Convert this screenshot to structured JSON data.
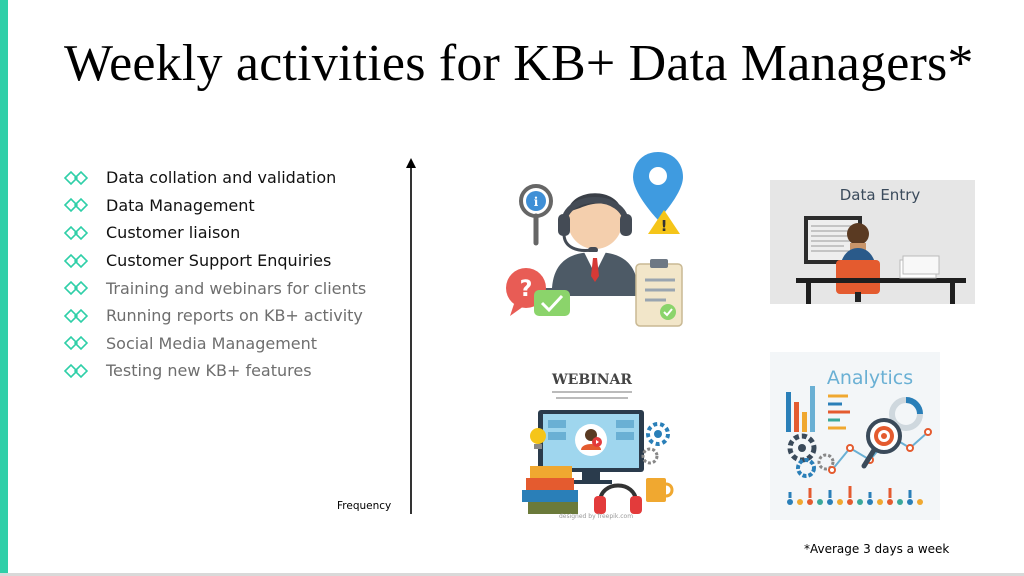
{
  "slide": {
    "title": "Weekly activities for KB+ Data Managers*",
    "bullets": [
      {
        "text": "Data collation and validation",
        "tone": "dark"
      },
      {
        "text": "Data Management",
        "tone": "dark"
      },
      {
        "text": "Customer liaison",
        "tone": "dark"
      },
      {
        "text": "Customer Support Enquiries",
        "tone": "dark"
      },
      {
        "text": "Training and webinars for clients",
        "tone": "grey"
      },
      {
        "text": "Running reports on KB+ activity",
        "tone": "grey"
      },
      {
        "text": "Social Media Management",
        "tone": "grey"
      },
      {
        "text": "Testing new KB+ features",
        "tone": "grey"
      }
    ],
    "axis_label": "Frequency",
    "footnote": "*Average 3 days a week"
  },
  "images": {
    "data_entry_label": "Data Entry",
    "webinar_label": "WEBINAR",
    "analytics_label": "Analytics"
  },
  "colors": {
    "accent": "#2fcfa8",
    "bullet_icon": "#2fcfa8"
  }
}
